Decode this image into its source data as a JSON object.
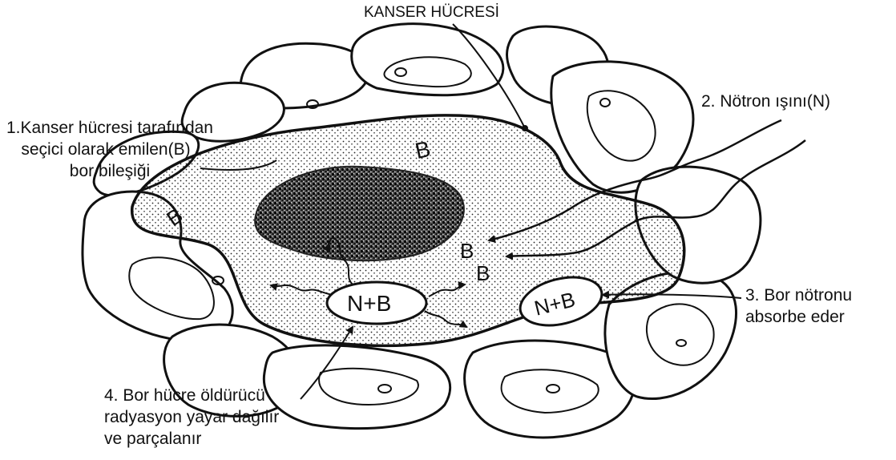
{
  "diagram": {
    "title": "KANSER HÜCRESİ",
    "labels": {
      "step1": [
        "1.Kanser hücresi tarafından",
        "seçici olarak emilen(B)",
        "bor bileşiği"
      ],
      "step2": [
        "2. Nötron ışını(N)"
      ],
      "step3": [
        "3. Bor nötronu",
        "absorbe eder"
      ],
      "step4": [
        "4. Bor hücre öldürücü",
        "radyasyon yayar dağılır",
        "ve parçalanır"
      ]
    },
    "in_figure": {
      "boron_symbol": "B",
      "reaction": "N+B"
    }
  }
}
